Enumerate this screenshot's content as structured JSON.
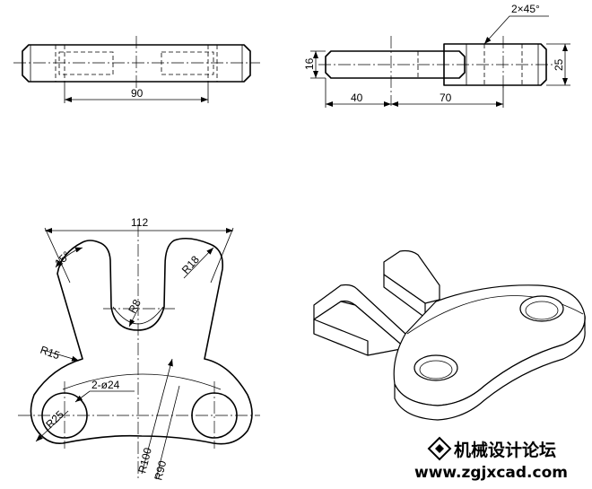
{
  "views": {
    "front": {
      "dims": {
        "width": "90"
      }
    },
    "side": {
      "dims": {
        "left_len": "40",
        "right_len": "70",
        "thickness": "16",
        "height": "25",
        "chamfer": "2×45°"
      }
    },
    "top": {
      "dims": {
        "overall_width": "112",
        "angle": "15°",
        "r18": "R18",
        "r8": "R8",
        "r15": "R15",
        "holes": "2-ø24",
        "r25": "R25",
        "r100": "R100",
        "r90": "R90"
      }
    }
  },
  "watermark": {
    "name": "机械设计论坛",
    "url": "www.zgjxcad.com",
    "logo_icon": "diamond-logo-icon"
  }
}
